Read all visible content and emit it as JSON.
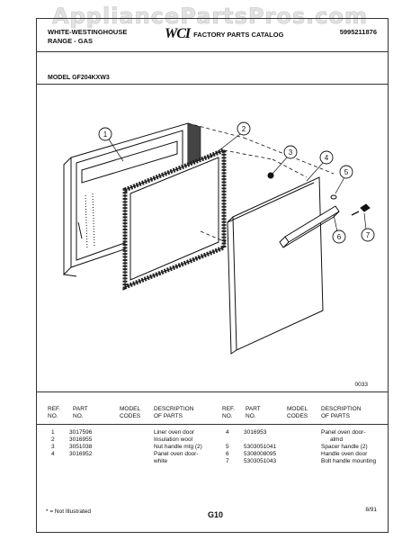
{
  "watermark": "AppliancePartsPros.com",
  "header": {
    "brand": "WHITE-WESTINGHOUSE",
    "product": "RANGE - GAS",
    "logo_text": "WCI",
    "catalog_title": "FACTORY PARTS CATALOG",
    "catalog_number": "5995211876"
  },
  "model": "MODEL GF204KXW3",
  "diagram": {
    "callouts": [
      "1",
      "2",
      "3",
      "4",
      "5",
      "6",
      "7"
    ],
    "figure_code": "0033"
  },
  "table": {
    "headers": {
      "ref": [
        "REF.",
        "NO."
      ],
      "part": [
        "PART",
        "NO."
      ],
      "model": [
        "MODEL",
        "CODES"
      ],
      "desc": [
        "DESCRIPTION",
        "OF PARTS"
      ]
    },
    "left_rows": [
      {
        "ref": "1",
        "part": "3017596",
        "desc": [
          "Liner oven door"
        ]
      },
      {
        "ref": "2",
        "part": "3016955",
        "desc": [
          "Insulation wool"
        ]
      },
      {
        "ref": "3",
        "part": "3051038",
        "desc": [
          "Nut handle mtg (2)"
        ]
      },
      {
        "ref": "4",
        "part": "3016952",
        "desc": [
          "Panel oven door-",
          "white"
        ]
      }
    ],
    "right_rows": [
      {
        "ref": "4",
        "part": "3016953",
        "desc": [
          "Panel oven door-",
          "almd"
        ]
      },
      {
        "ref": "5",
        "part": "5303051041",
        "desc": [
          "Spacer handle (2)"
        ]
      },
      {
        "ref": "6",
        "part": "5308008095",
        "desc": [
          "Handle oven door"
        ]
      },
      {
        "ref": "7",
        "part": "5303051043",
        "desc": [
          "Bolt handle mounting"
        ]
      }
    ]
  },
  "footer": {
    "note": "* = Not Illustrated",
    "page": "G10",
    "date": "8/91"
  }
}
